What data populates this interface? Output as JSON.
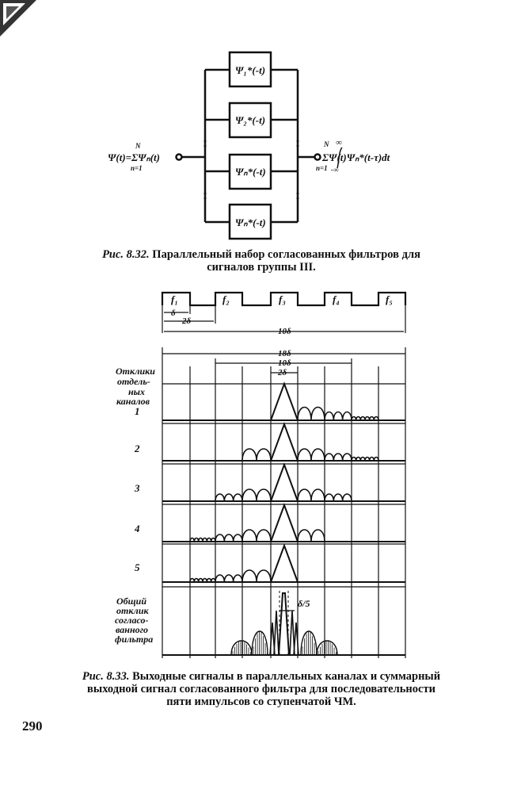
{
  "fig832": {
    "input_label": "Ψ(t)=ΣΨₙ(t)",
    "input_sum_top": "N",
    "input_sum_bot": "n=1",
    "output_label": "ΣΨ(t)Ψₙ*(t-τ)dt",
    "output_sum_top": "N",
    "output_sum_bot": "n=1",
    "output_int_top": "∞",
    "output_int_bot": "-∞",
    "filters": [
      "Ψ₁*(-t)",
      "Ψ₂*(-t)",
      "Ψₙ*(-t)",
      "Ψₙ*(-t)"
    ],
    "caption_num": "Рис. 8.32.",
    "caption_text": "Параллельный набор согласованных фильтров для сигналов группы III."
  },
  "fig833": {
    "freq_labels": [
      "f₁",
      "f₂",
      "f₃",
      "f₄",
      "f₅"
    ],
    "delta_label": "δ",
    "two_delta": "2δ",
    "ten_delta": "10δ",
    "eighteen_delta": "18δ",
    "ten_delta_2": "10δ",
    "two_delta_2": "2δ",
    "row_heading_lines": [
      "Отклики",
      "отдель-",
      "ных",
      "каналов"
    ],
    "row_numbers": [
      "1",
      "2",
      "3",
      "4",
      "5"
    ],
    "total_label_lines": [
      "Общий",
      "отклик",
      "согласо-",
      "ванного",
      "фильтра"
    ],
    "delta_over_5": "δ/5",
    "caption_num": "Рис. 8.33.",
    "caption_text": "Выходные сигналы в параллельных каналах и суммарный выходной сигнал согласованного фильтра для последовательности пяти импульсов со ступенчатой ЧМ."
  },
  "page_number": "290"
}
